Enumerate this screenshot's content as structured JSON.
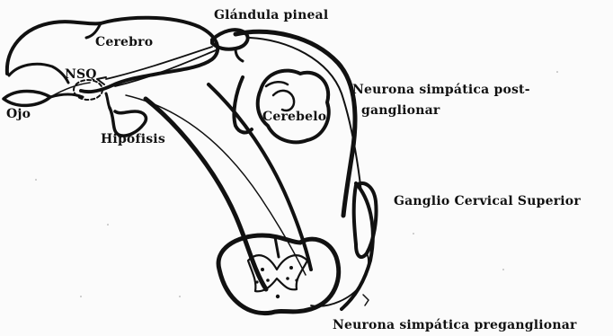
{
  "labels": {
    "pineal": "Glándula pineal",
    "cerebro": "Cerebro",
    "nsq": "NSQ",
    "ojo": "Ojo",
    "hipofisis": "Hipófisis",
    "cerebelo": "Cerebelo",
    "neurona_post_line1": "Neurona simpática post-",
    "neurona_post_line2": "ganglionar",
    "ganglio": "Ganglio Cervical Superior",
    "neurona_pre": "Neurona simpática preganglionar"
  },
  "colors": {
    "ink": "#111111",
    "paper": "#fbfbfb"
  }
}
